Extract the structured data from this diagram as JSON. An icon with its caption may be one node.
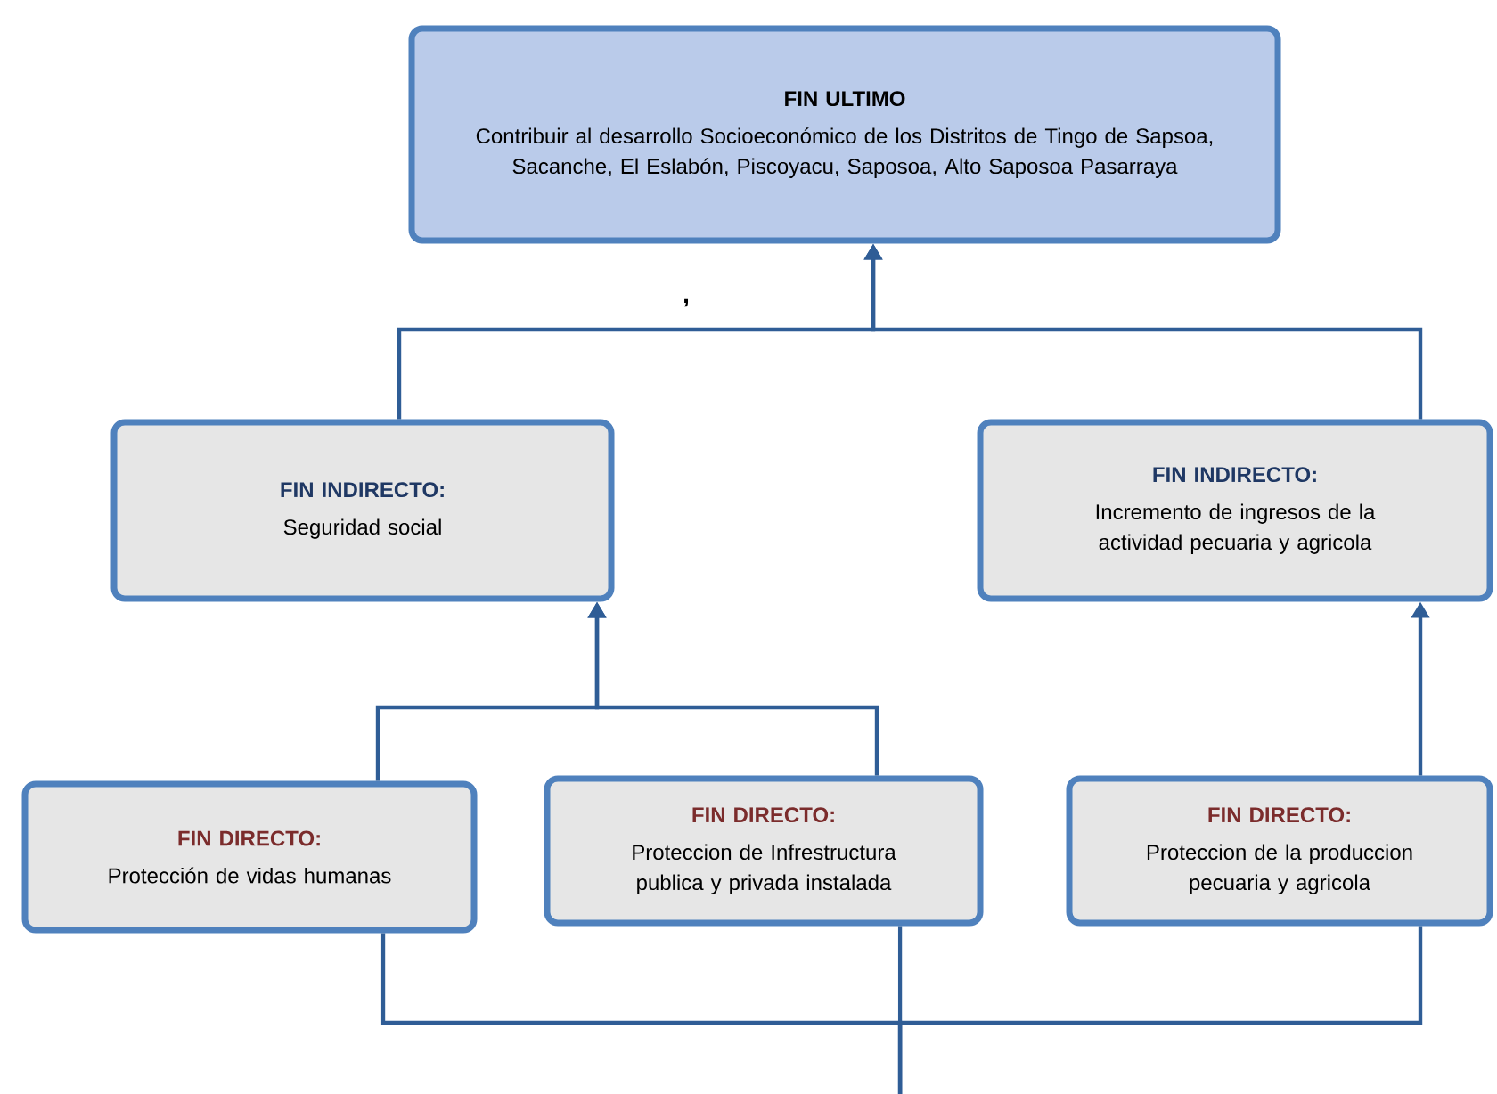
{
  "diagram": {
    "nodes": [
      {
        "text": [
          "FIN  ULTIMO",
          "Contribuir al desarrollo Socioeconómico de los Distritos de Tingo de Sapsoa, Sacanche, El Eslabón, Piscoyacu, Saposoa, Alto Saposoa Pasarraya"
        ]
      },
      {
        "text": [
          "FIN INDIRECTO:",
          "Seguridad social"
        ]
      },
      {
        "text": [
          "FIN INDIRECTO:",
          "Incremento de ingresos de la actividad pecuaria y agricola"
        ]
      },
      {
        "text": [
          "FIN DIRECTO:",
          "Protección de vidas humanas"
        ]
      },
      {
        "text": [
          "FIN DIRECTO:",
          "Proteccion de Infrestructura publica y privada instalada"
        ]
      },
      {
        "text": [
          "FIN DIRECTO:",
          "Proteccion de la produccion pecuaria y agricola"
        ]
      }
    ],
    "edges": [
      {
        "from": 1,
        "to": 0,
        "arrow": "to"
      },
      {
        "from": 2,
        "to": 0,
        "arrow": "to"
      },
      {
        "from": 3,
        "to": 1,
        "arrow": "to"
      },
      {
        "from": 4,
        "to": 1,
        "arrow": "to"
      },
      {
        "from": 5,
        "to": 2,
        "arrow": "to"
      },
      {
        "from": 3,
        "to": null,
        "arrow": "none"
      },
      {
        "from": 4,
        "to": null,
        "arrow": "none"
      },
      {
        "from": 5,
        "to": null,
        "arrow": "none"
      }
    ],
    "labels": [
      ","
    ]
  }
}
